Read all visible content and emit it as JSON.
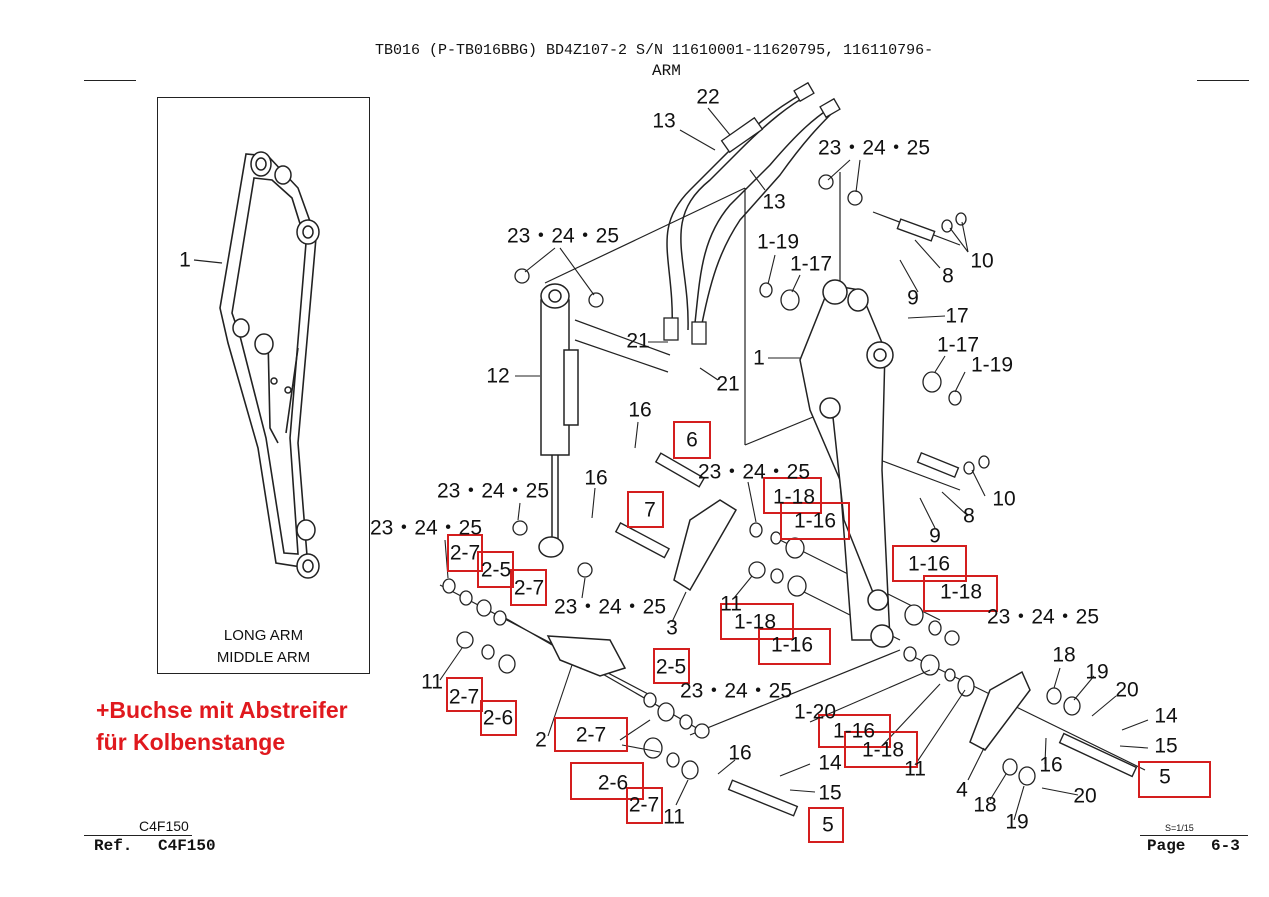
{
  "header": {
    "title": "TB016  (P-TB016BBG)  BD4Z107-2 S/N 11610001-11620795, 116110796-",
    "subtitle": "ARM"
  },
  "inset": {
    "label_long": "LONG ARM",
    "label_middle": "MIDDLE ARM",
    "callout": "1"
  },
  "note": {
    "line1": "+Buchse mit Abstreifer",
    "line2": "für Kolbenstange"
  },
  "footer": {
    "ref_small": "C4F150",
    "ref_label": "Ref.",
    "ref_value": "C4F150",
    "scale": "S=1/15",
    "page_label": "Page",
    "page_value": "6-3"
  },
  "callouts": [
    {
      "text": "13"
    },
    {
      "text": "22"
    },
    {
      "text": "13"
    },
    {
      "text": "23・24・25"
    },
    {
      "text": "23・24・25"
    },
    {
      "text": "1-19"
    },
    {
      "text": "1-17"
    },
    {
      "text": "8"
    },
    {
      "text": "10"
    },
    {
      "text": "9"
    },
    {
      "text": "17"
    },
    {
      "text": "21"
    },
    {
      "text": "1"
    },
    {
      "text": "1-17"
    },
    {
      "text": "1-19"
    },
    {
      "text": "12"
    },
    {
      "text": "21"
    },
    {
      "text": "16"
    },
    {
      "text": "6"
    },
    {
      "text": "23・24・25"
    },
    {
      "text": "16"
    },
    {
      "text": "1-18"
    },
    {
      "text": "10"
    },
    {
      "text": "23・24・25"
    },
    {
      "text": "7"
    },
    {
      "text": "1-16"
    },
    {
      "text": "8"
    },
    {
      "text": "23・24・25"
    },
    {
      "text": "9"
    },
    {
      "text": "2-7"
    },
    {
      "text": "2-5"
    },
    {
      "text": "2-7"
    },
    {
      "text": "1-16"
    },
    {
      "text": "23・24・25"
    },
    {
      "text": "1-18"
    },
    {
      "text": "11"
    },
    {
      "text": "1-18"
    },
    {
      "text": "23・24・25"
    },
    {
      "text": "3"
    },
    {
      "text": "1-16"
    },
    {
      "text": "11"
    },
    {
      "text": "2-5"
    },
    {
      "text": "18"
    },
    {
      "text": "2-7"
    },
    {
      "text": "23・24・25"
    },
    {
      "text": "19"
    },
    {
      "text": "20"
    },
    {
      "text": "2-6"
    },
    {
      "text": "1-20"
    },
    {
      "text": "14"
    },
    {
      "text": "2"
    },
    {
      "text": "2-7"
    },
    {
      "text": "1-16"
    },
    {
      "text": "15"
    },
    {
      "text": "1-18"
    },
    {
      "text": "16"
    },
    {
      "text": "11"
    },
    {
      "text": "14"
    },
    {
      "text": "5"
    },
    {
      "text": "16"
    },
    {
      "text": "2-6"
    },
    {
      "text": "4"
    },
    {
      "text": "18"
    },
    {
      "text": "20"
    },
    {
      "text": "15"
    },
    {
      "text": "19"
    },
    {
      "text": "2-7"
    },
    {
      "text": "11"
    },
    {
      "text": "5"
    }
  ]
}
